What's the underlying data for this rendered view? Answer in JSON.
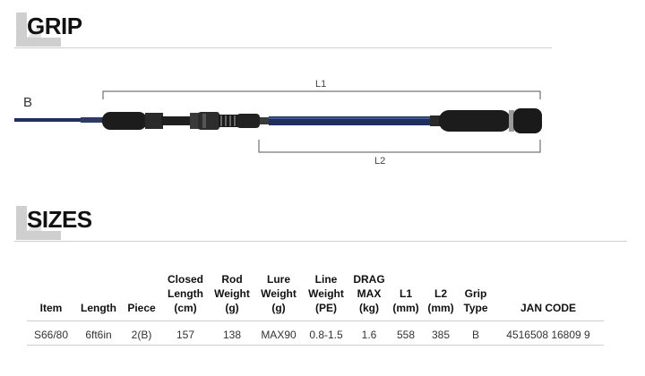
{
  "grip_section": {
    "title": "GRIP"
  },
  "rod_figure": {
    "grip_type_letter": "B",
    "dimension_labels": {
      "l1": "L1",
      "l2": "L2"
    },
    "colors": {
      "blank": "#1e2f5a",
      "grip": "#1c1c1c",
      "reel_seat": "#2a2a2a",
      "metal": "#9a9a9a"
    }
  },
  "sizes_section": {
    "title": "SIZES"
  },
  "spec_table": {
    "headers": [
      "Item",
      "Length",
      "Piece",
      "Closed\nLength\n(cm)",
      "Rod\nWeight\n(g)",
      "Lure\nWeight\n(g)",
      "Line\nWeight\n(PE)",
      "DRAG\nMAX\n(kg)",
      "L1\n(mm)",
      "L2\n(mm)",
      "Grip\nType",
      "JAN CODE"
    ],
    "rows": [
      [
        "S66/80",
        "6ft6in",
        "2(B)",
        "157",
        "138",
        "MAX90",
        "0.8-1.5",
        "1.6",
        "558",
        "385",
        "B",
        "4516508 16809 9"
      ]
    ]
  },
  "colors": {
    "heading_mark": "#c8c8c8",
    "rule": "#cfcfcf"
  }
}
